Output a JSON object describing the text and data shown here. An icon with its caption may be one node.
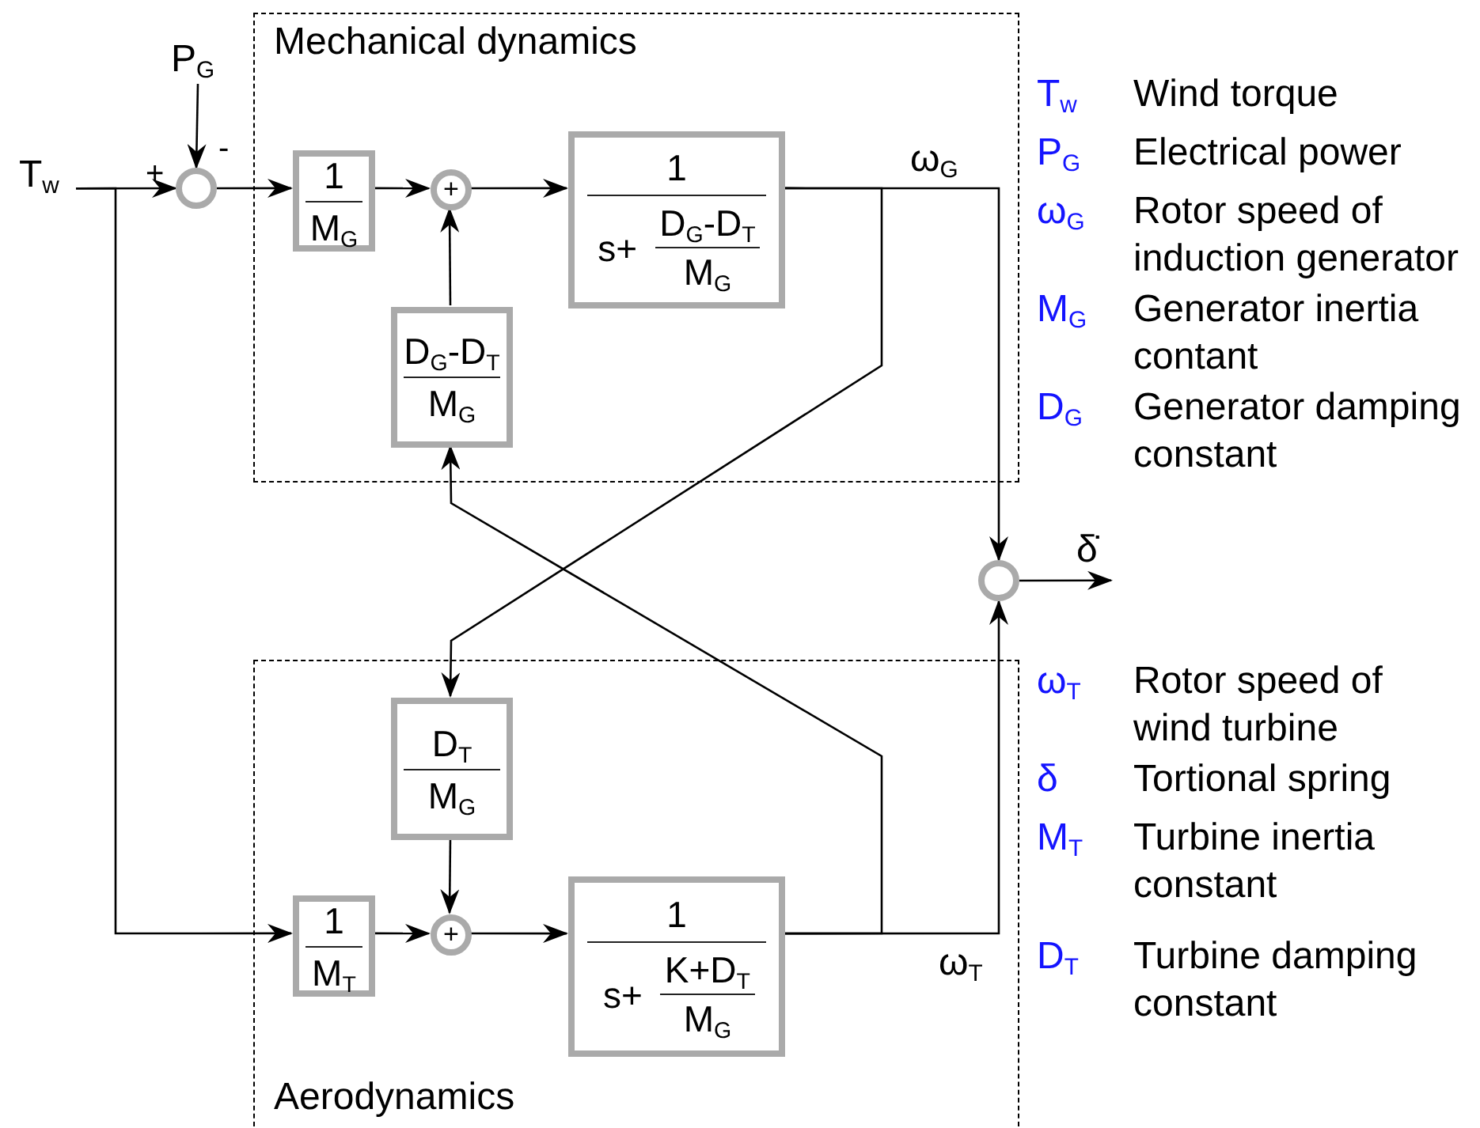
{
  "diagram": {
    "nodes": [
      {
        "text": [
          "Mechanical dynamics"
        ]
      },
      {
        "text": [
          "Aerodynamics"
        ]
      },
      {
        "text": [
          "T$_{w}$"
        ]
      },
      {
        "text": [
          "P$_{G}$"
        ]
      },
      {
        "text": [],
        "shape": "circle",
        "beside": [
          "+",
          "-"
        ]
      },
      {
        "text": [
          "1",
          "M$_{G}$"
        ],
        "in": 0
      },
      {
        "text": [
          "+"
        ],
        "in": 0
      },
      {
        "text": [
          "1",
          "s+",
          "D$_{G}$-D$_{T}$",
          "M$_{G}$"
        ],
        "in": 0
      },
      {
        "text": [
          "D$_{G}$-D$_{T}$",
          "M$_{G}$"
        ],
        "in": 0
      },
      {
        "text": [],
        "shape": "circle"
      },
      {
        "text": [
          "δ̇"
        ]
      },
      {
        "text": [
          "D$_{T}$",
          "M$_{G}$"
        ],
        "in": 1
      },
      {
        "text": [
          "1",
          "M$_{T}$"
        ],
        "in": 1
      },
      {
        "text": [
          "+"
        ],
        "in": 1
      },
      {
        "text": [
          "1",
          "s+",
          "K+D$_{T}$",
          "M$_{G}$"
        ],
        "in": 1
      }
    ],
    "edges": [
      {
        "from": 2,
        "to": 4,
        "arrow": "to"
      },
      {
        "from": 2,
        "to": 12,
        "arrow": "to"
      },
      {
        "from": 3,
        "to": 4,
        "arrow": "to"
      },
      {
        "from": 4,
        "to": 5,
        "arrow": "to"
      },
      {
        "from": 5,
        "to": 6,
        "arrow": "to"
      },
      {
        "from": 6,
        "to": 7,
        "arrow": "to"
      },
      {
        "from": 8,
        "to": 6,
        "arrow": "to"
      },
      {
        "from": 7,
        "to": 9,
        "arrow": "to",
        "label": "ω$_{G}$"
      },
      {
        "from": 7,
        "to": 11,
        "arrow": "to"
      },
      {
        "from": 14,
        "to": 8,
        "arrow": "to"
      },
      {
        "from": 9,
        "to": 10,
        "arrow": "to"
      },
      {
        "from": 11,
        "to": 13,
        "arrow": "to"
      },
      {
        "from": 12,
        "to": 13,
        "arrow": "to"
      },
      {
        "from": 13,
        "to": 14,
        "arrow": "to"
      },
      {
        "from": 14,
        "to": 9,
        "arrow": "to",
        "label": "ω$_{T}$"
      }
    ],
    "labels": [
      "T$_{w}$",
      "Wind torque",
      "P$_{G}$",
      "Electrical power",
      "ω$_{G}$",
      "Rotor speed of induction generator",
      "M$_{G}$",
      "Generator inertia contant",
      "D$_{G}$",
      "Generator damping constant",
      "ω$_{T}$",
      "Rotor speed of wind turbine",
      "δ",
      "Tortional spring",
      "M$_{T}$",
      "Turbine inertia constant",
      "D$_{T}$",
      "Turbine damping constant"
    ]
  }
}
